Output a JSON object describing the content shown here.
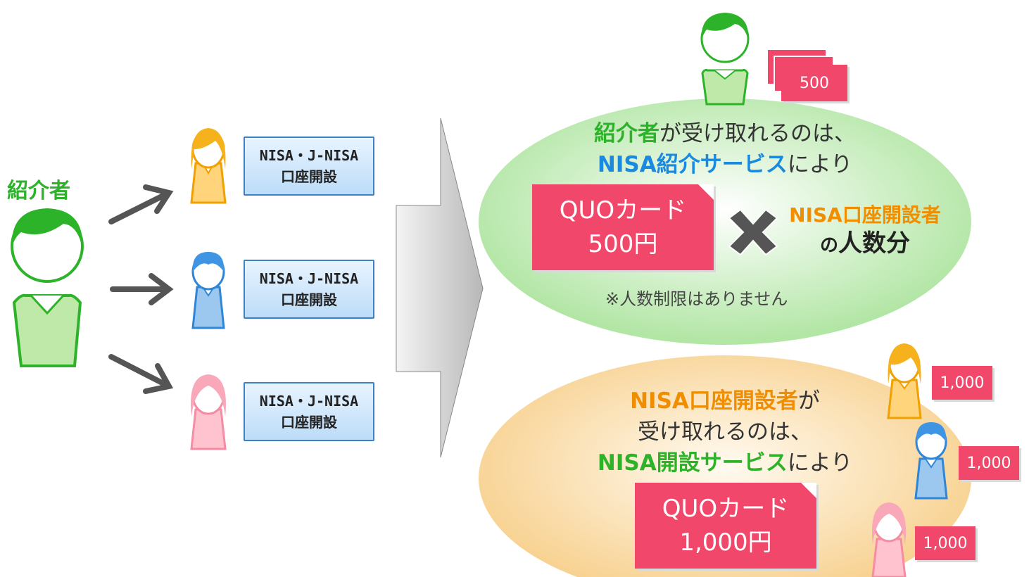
{
  "referrer_label": "紹介者",
  "account_box": {
    "line1": "NISA・J-NISA",
    "line2": "口座開設"
  },
  "top": {
    "line1_hl": "紹介者",
    "line1_rest": "が受け取れるのは、",
    "line2_hl": "NISA紹介サービス",
    "line2_rest": "により",
    "card_line1": "QUOカード",
    "card_line2": "500円",
    "times": "✕",
    "multiplier_line1": "NISA口座開設者",
    "multiplier_line2a": "の",
    "multiplier_line2b": "人数分",
    "note": "※人数制限はありません",
    "mini_card": "500"
  },
  "bottom": {
    "line1_hl": "NISA口座開設者",
    "line1_rest": "が",
    "line2": "受け取れるのは、",
    "line3_hl": "NISA開設サービス",
    "line3_rest": "により",
    "card_line1": "QUOカード",
    "card_line2": "1,000円",
    "mini_card": "1,000"
  },
  "colors": {
    "green": "#2db32a",
    "blue": "#1a8ae0",
    "orange": "#f08e00",
    "card": "#f0476a",
    "arrow": "#555555"
  },
  "icons": [
    "referrer-person-icon",
    "orange-person-icon",
    "blue-person-icon",
    "pink-person-icon",
    "big-arrow-icon"
  ]
}
